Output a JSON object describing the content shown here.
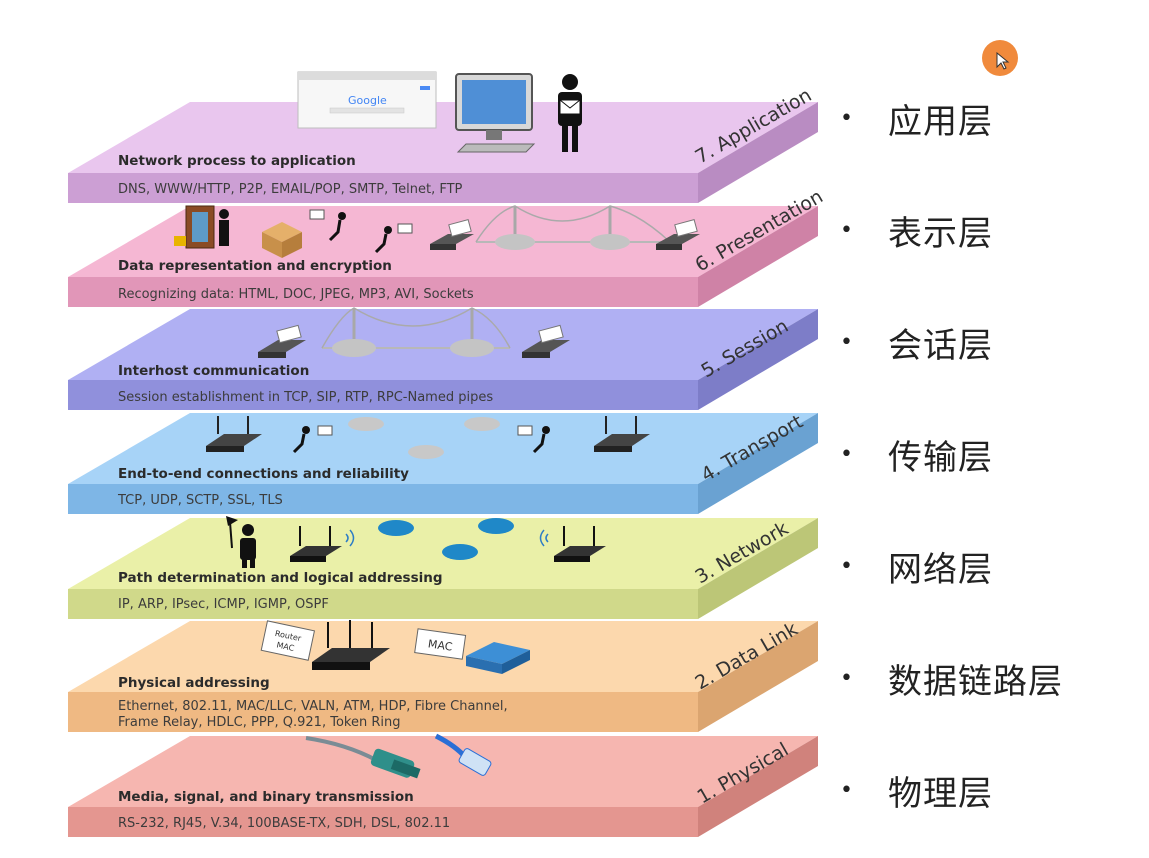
{
  "layers": [
    {
      "number_label": "7. Application",
      "heading": "Network process to application",
      "protocols": [
        "DNS, WWW/HTTP, P2P, EMAIL/POP, SMTP, Telnet, FTP"
      ],
      "top_color": "#e9c6ee",
      "front_color": "#cc9fd4",
      "side_color": "#b98cc2"
    },
    {
      "number_label": "6. Presentation",
      "heading": "Data representation and encryption",
      "protocols": [
        "Recognizing data: HTML, DOC, JPEG, MP3, AVI, Sockets"
      ],
      "top_color": "#f5b7d3",
      "front_color": "#e196b8",
      "side_color": "#cf82a6"
    },
    {
      "number_label": "5. Session",
      "heading": "Interhost communication",
      "protocols": [
        "Session establishment in TCP, SIP, RTP, RPC-Named pipes"
      ],
      "top_color": "#b0b0f3",
      "front_color": "#9090dc",
      "side_color": "#7d7dc8"
    },
    {
      "number_label": "4. Transport",
      "heading": "End-to-end connections and reliability",
      "protocols": [
        "TCP, UDP, SCTP, SSL, TLS"
      ],
      "top_color": "#a7d3f7",
      "front_color": "#7eb6e6",
      "side_color": "#6aa2d2"
    },
    {
      "number_label": "3. Network",
      "heading": "Path determination and logical addressing",
      "protocols": [
        "IP, ARP, IPsec, ICMP, IGMP, OSPF"
      ],
      "top_color": "#eaf0a8",
      "front_color": "#d0d98a",
      "side_color": "#bcc677"
    },
    {
      "number_label": "2. Data Link",
      "heading": "Physical addressing",
      "protocols": [
        "Ethernet, 802.11, MAC/LLC, VALN, ATM, HDP, Fibre Channel,",
        "Frame Relay, HDLC,  PPP, Q.921, Token Ring"
      ],
      "top_color": "#fcd8ad",
      "front_color": "#efb983",
      "side_color": "#dba570"
    },
    {
      "number_label": "1. Physical",
      "heading": "Media, signal, and binary transmission",
      "protocols": [
        "RS-232, RJ45, V.34, 100BASE-TX, SDH, DSL, 802.11"
      ],
      "top_color": "#f6b6b0",
      "front_color": "#e49690",
      "side_color": "#d0827c"
    }
  ],
  "illustration_labels": {
    "search_logo": "Google",
    "router_tag": [
      "Router",
      "MAC"
    ],
    "mac_tag": "MAC"
  },
  "chinese_layers": [
    "应用层",
    "表示层",
    "会话层",
    "传输层",
    "网络层",
    "数据链路层",
    "物理层"
  ],
  "bullet_symbol": "•",
  "accent_color": "#f08a3c"
}
